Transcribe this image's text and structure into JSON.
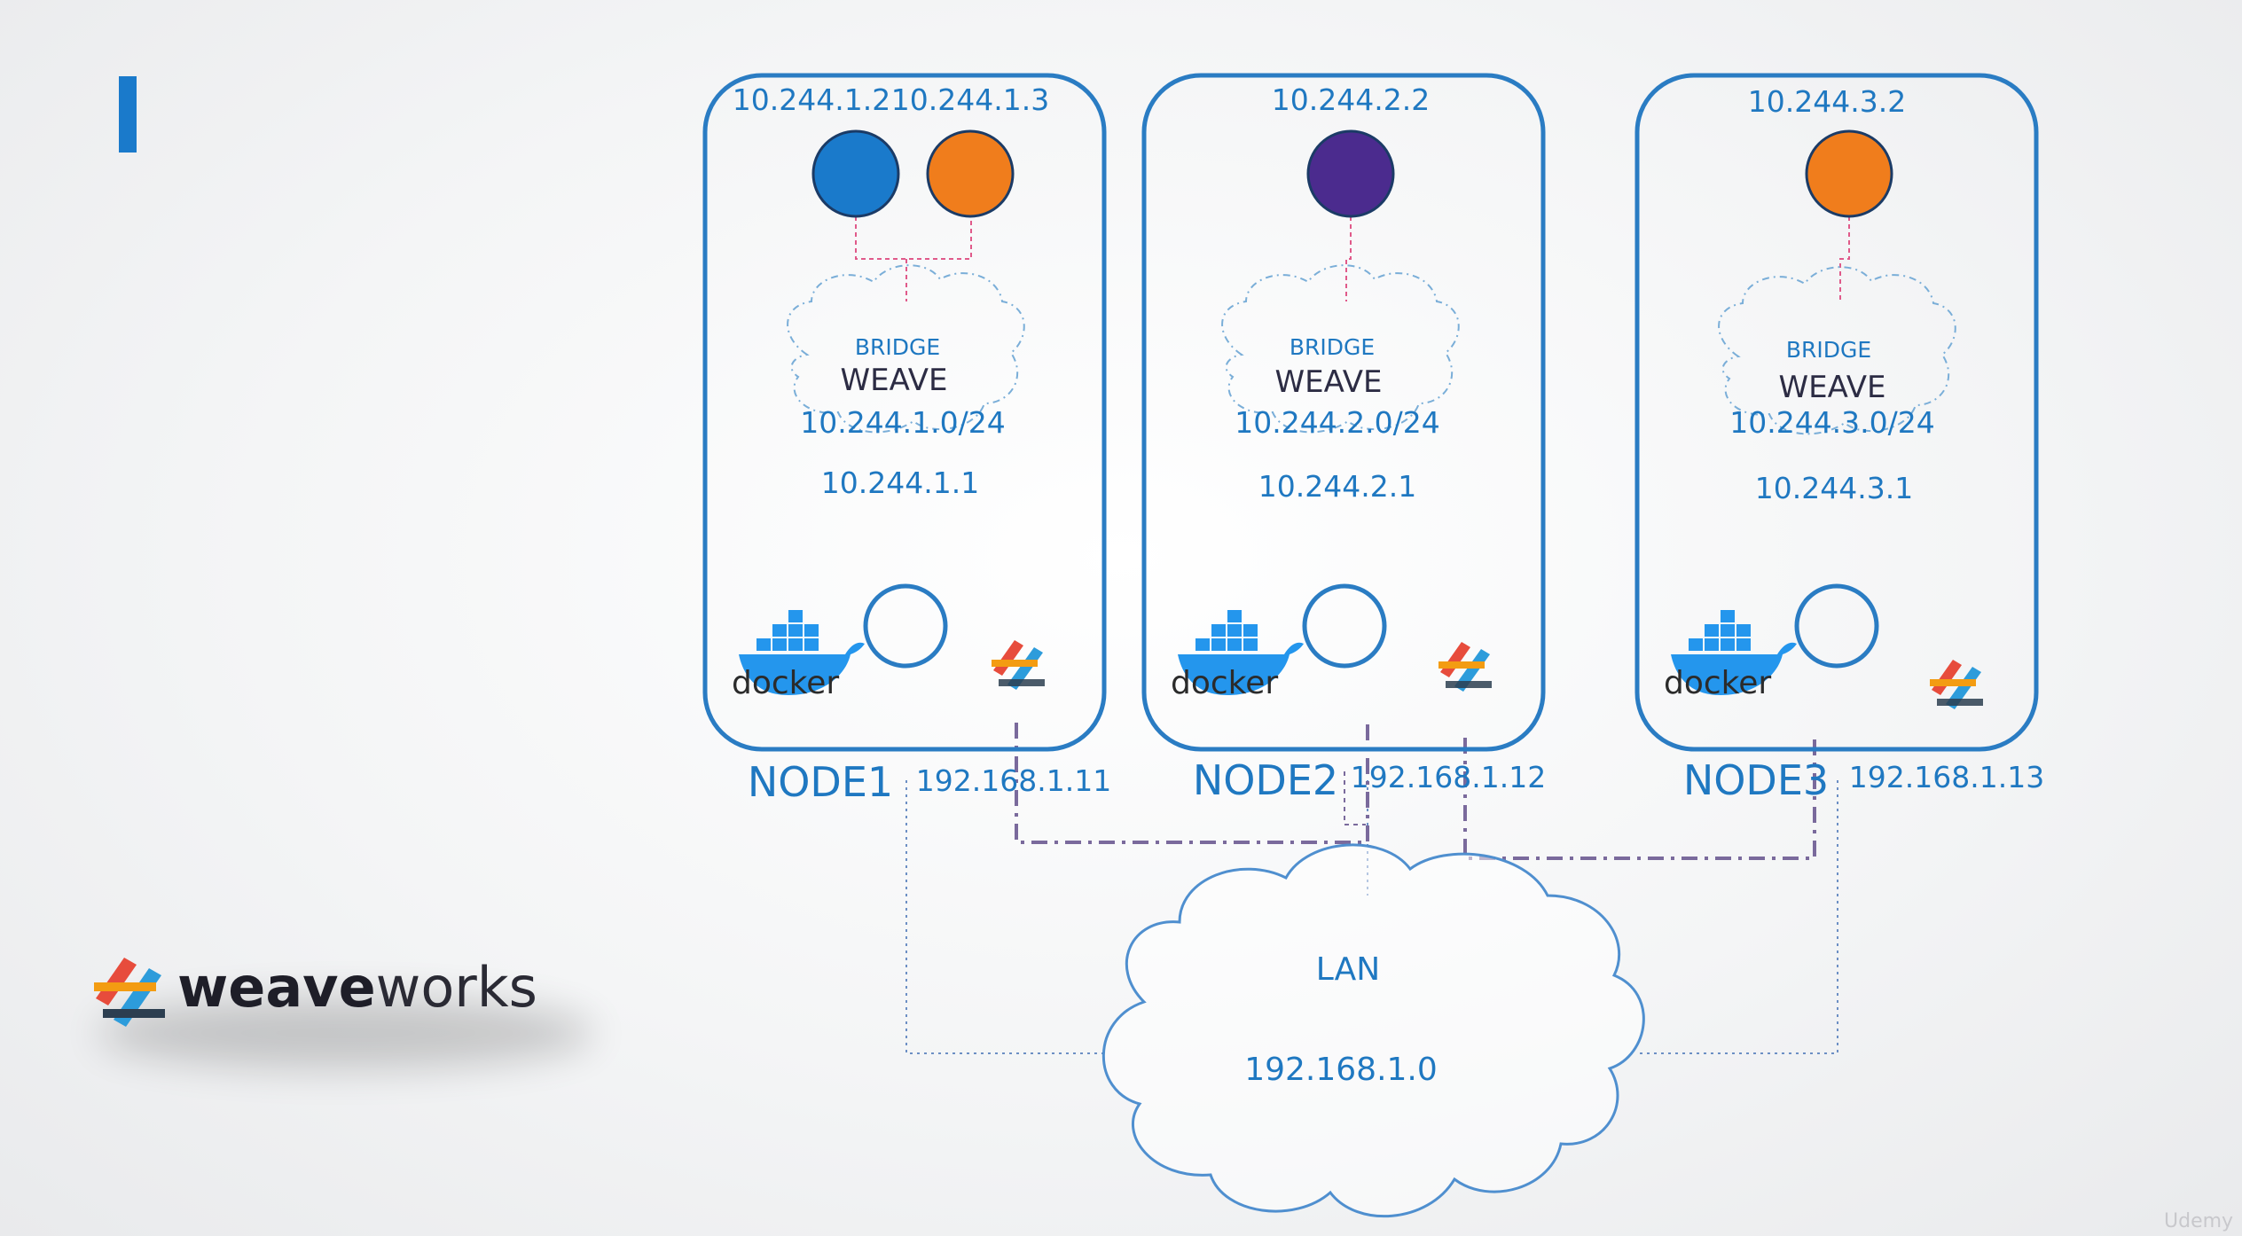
{
  "nodes": [
    {
      "label": "NODE1",
      "host_ip": "192.168.1.11",
      "pods": [
        {
          "ip": "10.244.1.2",
          "color": "#1a7acb"
        },
        {
          "ip": "10.244.1.3",
          "color": "#f07d1c"
        }
      ],
      "bridge_label": "BRIDGE",
      "bridge_name": "WEAVE",
      "subnet": "10.244.1.0/24",
      "gateway": "10.244.1.1",
      "docker_label": "docker"
    },
    {
      "label": "NODE2",
      "host_ip": "192.168.1.12",
      "pods": [
        {
          "ip": "10.244.2.2",
          "color": "#4b2b8e"
        }
      ],
      "bridge_label": "BRIDGE",
      "bridge_name": "WEAVE",
      "subnet": "10.244.2.0/24",
      "gateway": "10.244.2.1",
      "docker_label": "docker"
    },
    {
      "label": "NODE3",
      "host_ip": "192.168.1.13",
      "pods": [
        {
          "ip": "10.244.3.2",
          "color": "#f07d1c"
        }
      ],
      "bridge_label": "BRIDGE",
      "bridge_name": "WEAVE",
      "subnet": "10.244.3.0/24",
      "gateway": "10.244.3.1",
      "docker_label": "docker"
    }
  ],
  "lan": {
    "label": "LAN",
    "ip": "192.168.1.0"
  },
  "brand": {
    "part1": "weave",
    "part2": "works"
  },
  "watermark": "Udemy",
  "colors": {
    "accent": "#1f78c1",
    "title_bar": "#1a7acb",
    "pod_link": "#e05a8a",
    "weave_link": "#7a6a9c"
  }
}
